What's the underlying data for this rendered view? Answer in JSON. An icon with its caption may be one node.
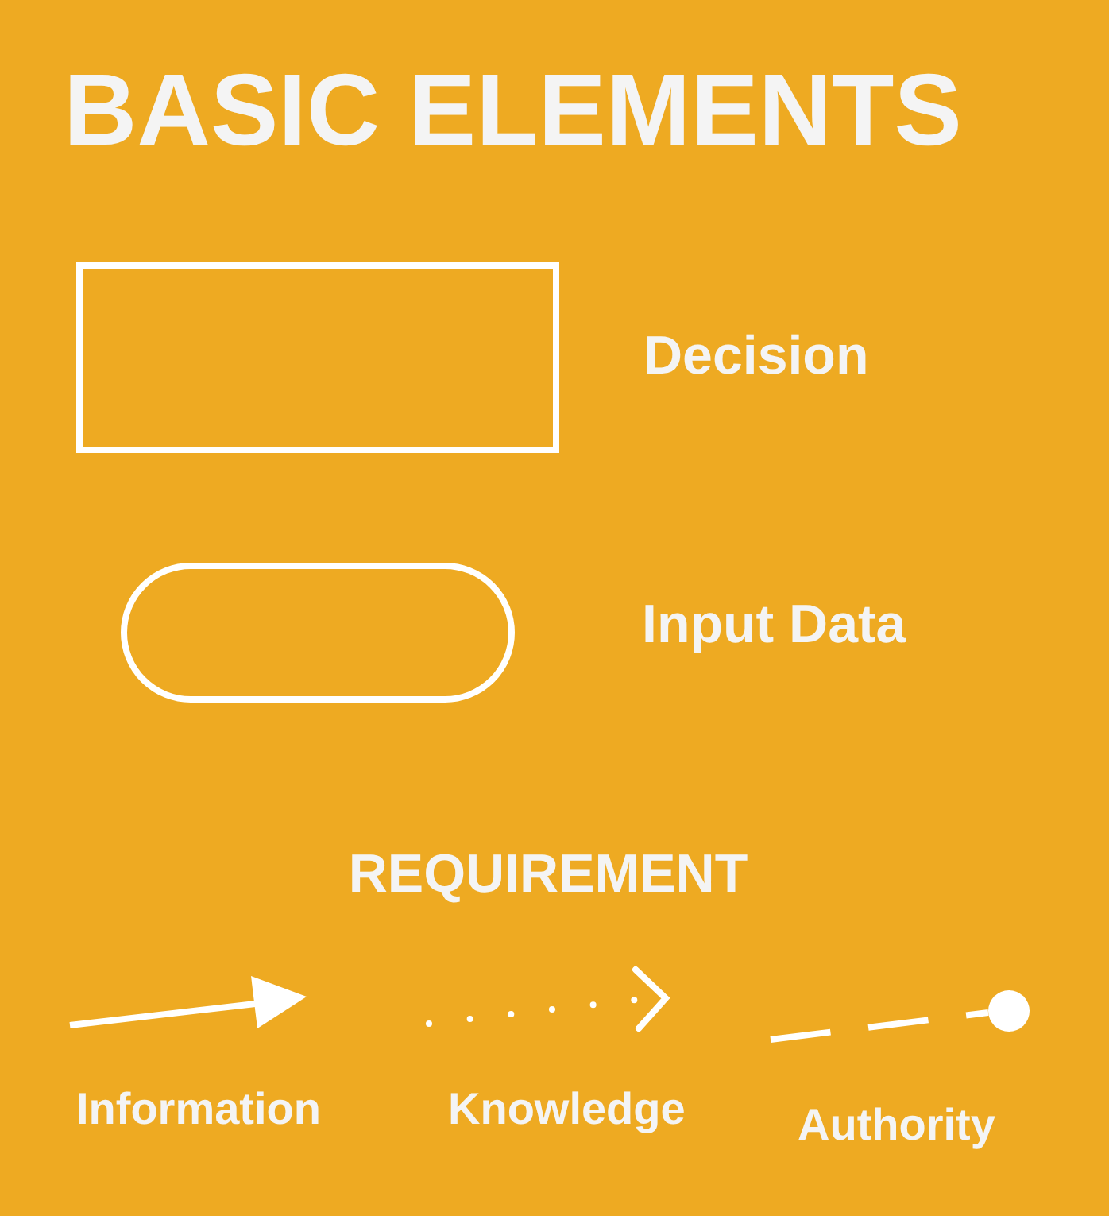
{
  "diagram": {
    "title": "BASIC ELEMENTS",
    "labels": [
      "REQUIREMENT"
    ],
    "legend": [
      {
        "text": "Decision"
      },
      {
        "text": "Input Data"
      },
      {
        "text": "Information"
      },
      {
        "text": "Knowledge"
      },
      {
        "text": "Authority"
      }
    ]
  }
}
